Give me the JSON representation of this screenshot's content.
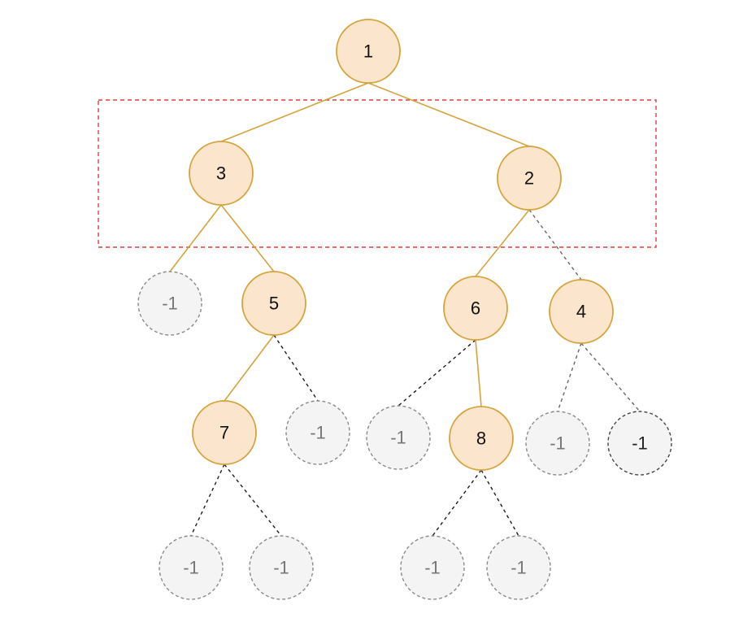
{
  "diagram": {
    "type": "binary-tree",
    "nodes": [
      {
        "id": "n1",
        "label": "1",
        "kind": "real"
      },
      {
        "id": "n3",
        "label": "3",
        "kind": "real"
      },
      {
        "id": "n2",
        "label": "2",
        "kind": "real"
      },
      {
        "id": "n5",
        "label": "5",
        "kind": "real"
      },
      {
        "id": "n6",
        "label": "6",
        "kind": "real"
      },
      {
        "id": "n4",
        "label": "4",
        "kind": "real"
      },
      {
        "id": "n7",
        "label": "7",
        "kind": "real"
      },
      {
        "id": "n8",
        "label": "8",
        "kind": "real"
      },
      {
        "id": "n3L",
        "label": "-1",
        "kind": "null"
      },
      {
        "id": "n5R",
        "label": "-1",
        "kind": "null"
      },
      {
        "id": "n6L",
        "label": "-1",
        "kind": "null"
      },
      {
        "id": "n4L",
        "label": "-1",
        "kind": "null"
      },
      {
        "id": "n4R",
        "label": "-1",
        "kind": "null-dark"
      },
      {
        "id": "n7L",
        "label": "-1",
        "kind": "null"
      },
      {
        "id": "n7R",
        "label": "-1",
        "kind": "null"
      },
      {
        "id": "n8L",
        "label": "-1",
        "kind": "null"
      },
      {
        "id": "n8R",
        "label": "-1",
        "kind": "null"
      }
    ],
    "edges": [
      {
        "from": "n1",
        "to": "n3",
        "style": "solid"
      },
      {
        "from": "n1",
        "to": "n2",
        "style": "solid"
      },
      {
        "from": "n3",
        "to": "n3L",
        "style": "solid"
      },
      {
        "from": "n3",
        "to": "n5",
        "style": "solid"
      },
      {
        "from": "n2",
        "to": "n6",
        "style": "solid"
      },
      {
        "from": "n2",
        "to": "n4",
        "style": "dashed-grey"
      },
      {
        "from": "n5",
        "to": "n7",
        "style": "solid"
      },
      {
        "from": "n5",
        "to": "n5R",
        "style": "dashed"
      },
      {
        "from": "n6",
        "to": "n6L",
        "style": "dashed"
      },
      {
        "from": "n6",
        "to": "n8",
        "style": "solid"
      },
      {
        "from": "n4",
        "to": "n4L",
        "style": "dashed-grey"
      },
      {
        "from": "n4",
        "to": "n4R",
        "style": "dashed-grey"
      },
      {
        "from": "n7",
        "to": "n7L",
        "style": "dashed"
      },
      {
        "from": "n7",
        "to": "n7R",
        "style": "dashed"
      },
      {
        "from": "n8",
        "to": "n8L",
        "style": "dashed"
      },
      {
        "from": "n8",
        "to": "n8R",
        "style": "dashed"
      }
    ],
    "highlight": {
      "covers": [
        "n3",
        "n2"
      ],
      "color": "#e23b3b"
    },
    "colors": {
      "node_fill": "#fbe5cd",
      "node_stroke": "#d6a33b",
      "null_fill": "#f4f4f4",
      "null_stroke": "#8a8a8a"
    }
  }
}
